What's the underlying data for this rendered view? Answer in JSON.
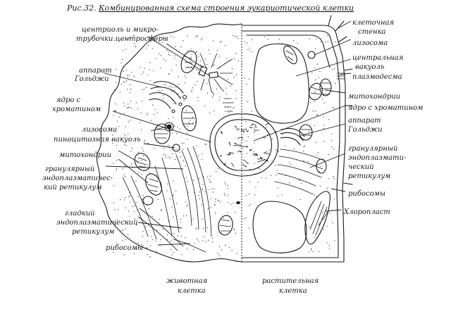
{
  "figure": {
    "fig_number": "Рис.32.",
    "title": "Комбинированная схема строения эукариотической клетки"
  },
  "left_labels": {
    "centriole_1": "центриоль и микро-",
    "centriole_2": "трубочки центросферы",
    "golgi_1": "аппарат",
    "golgi_2": "Гольджи",
    "nucleus_1": "ядро с",
    "nucleus_2": "хроматином",
    "lysosome": "лизосома",
    "pinocytic": "пиноцитозная вакуоль",
    "mito": "митохондрии",
    "ger_1": "гранулярный",
    "ger_2": "эндоплазматичес-",
    "ger_3": "кий ретикулум",
    "ser_1": "гладкий",
    "ser_2": "эндоплазматический",
    "ser_3": "ретикулум",
    "ribosomes": "рибосомы",
    "animal_1": "животная",
    "animal_2": "клетка"
  },
  "right_labels": {
    "wall_1": "клеточная",
    "wall_2": "стенка",
    "lysosome": "лизосома",
    "vacuole_1": "центральная",
    "vacuole_2": "вакуоль",
    "plasmodesma": "плазмодесма",
    "mito": "митохондрии",
    "nucleus": "ядро с хроматином",
    "golgi_1": "аппарат",
    "golgi_2": "Гольджи",
    "ger_1": "гранулярный",
    "ger_2": "эндоплазмати-",
    "ger_3": "ческий",
    "ger_4": "ретикулум",
    "ribosomes": "рибосомы",
    "chloroplast": "Хлоропласт",
    "plant_1": "растительная",
    "plant_2": "клетка"
  }
}
